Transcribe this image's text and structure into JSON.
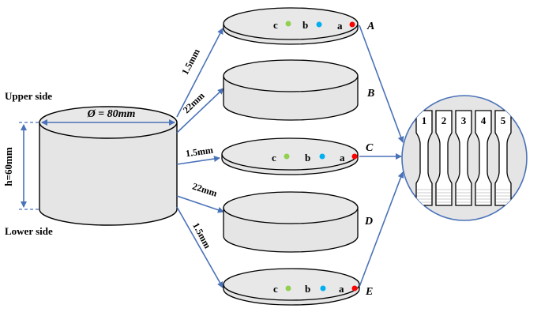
{
  "cylinder": {
    "diameter_label": "Ø = 80mm",
    "height_label": "h=60mm",
    "upper_side_label": "Upper side",
    "lower_side_label": "Lower side"
  },
  "cut_labels": {
    "a_to_A": "1.5mm",
    "to_B": "22mm",
    "to_C": "1.5mm",
    "to_D": "22mm",
    "to_E": "1.5mm"
  },
  "slices": {
    "A": "A",
    "B": "B",
    "C": "C",
    "D": "D",
    "E": "E"
  },
  "points": {
    "c": "c",
    "b": "b",
    "a": "a",
    "colors": {
      "c": "#92d050",
      "b": "#00b0f0",
      "a": "#ff0000"
    }
  },
  "specimens": [
    "1",
    "2",
    "3",
    "4",
    "5"
  ],
  "colors": {
    "arrow": "#4a72b8",
    "fill": "#e5e5e5",
    "outline": "#000000",
    "dashed": "#4a72b8"
  }
}
